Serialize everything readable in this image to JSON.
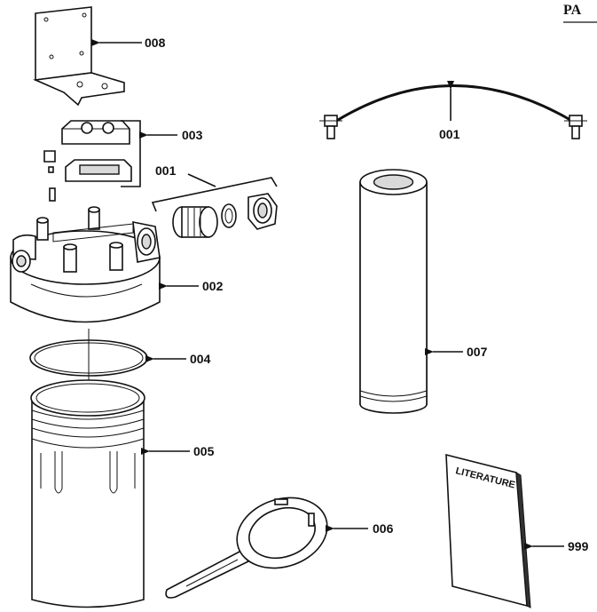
{
  "header": {
    "text": "PA"
  },
  "parts": {
    "p008": "008",
    "p003": "003",
    "p001_fittings": "001",
    "p001_wire": "001",
    "p002": "002",
    "p004": "004",
    "p005": "005",
    "p007": "007",
    "p006": "006",
    "p999": "999"
  },
  "literature_text": "LITERATURE"
}
